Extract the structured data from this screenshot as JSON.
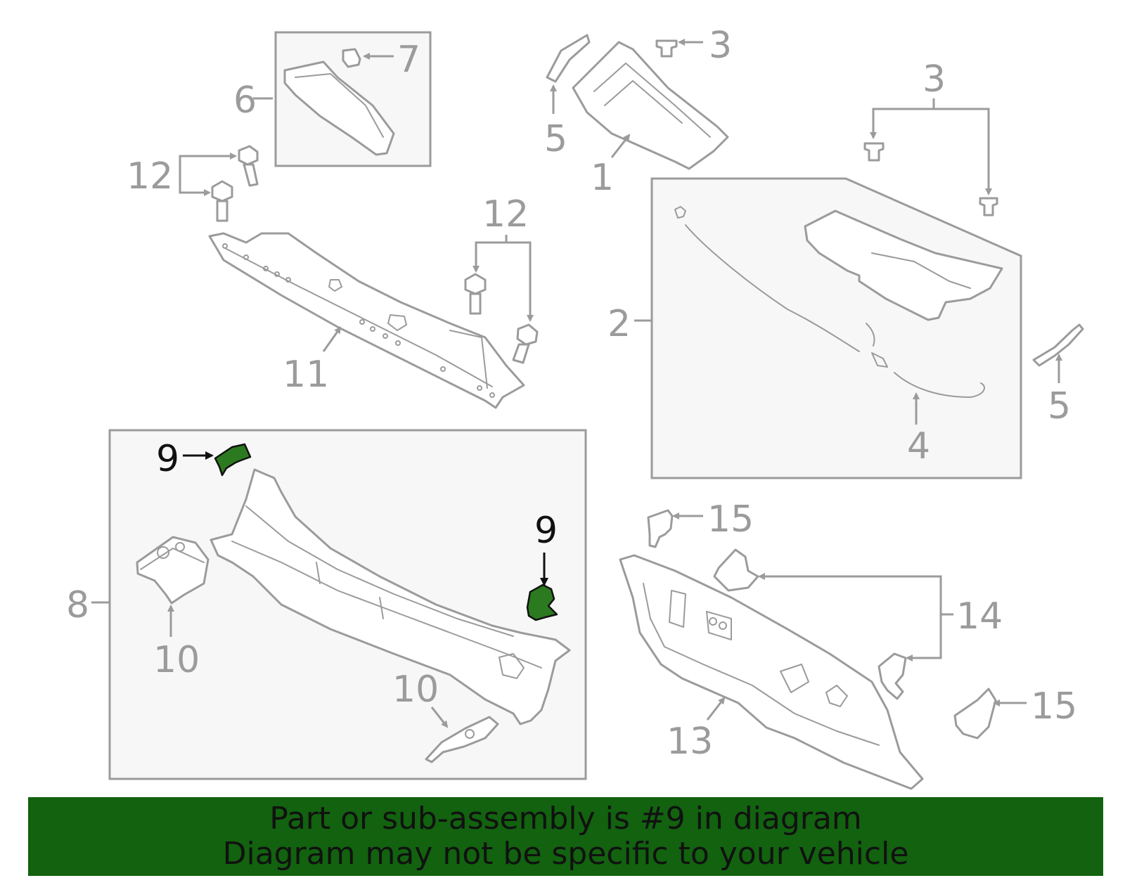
{
  "callouts": {
    "c1": "1",
    "c2": "2",
    "c3a": "3",
    "c3b": "3",
    "c4": "4",
    "c5a": "5",
    "c5b": "5",
    "c6": "6",
    "c7": "7",
    "c8": "8",
    "c9a": "9",
    "c9b": "9",
    "c10a": "10",
    "c10b": "10",
    "c11": "11",
    "c12a": "12",
    "c12b": "12",
    "c13": "13",
    "c14": "14",
    "c15a": "15",
    "c15b": "15"
  },
  "highlight_part": "9",
  "banner": {
    "line1": "Part or sub-assembly is #9 in diagram",
    "line2": "Diagram may not be specific to your vehicle"
  },
  "colors": {
    "highlight": "#2c7a1f",
    "banner_bg": "#12620f",
    "line": "#9b9b9b"
  }
}
